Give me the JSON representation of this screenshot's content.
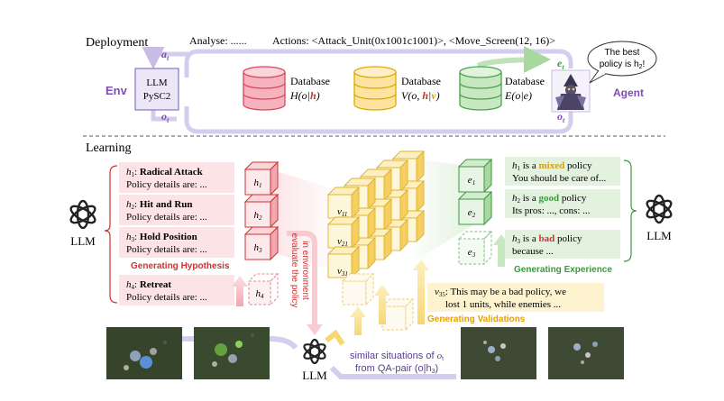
{
  "deployment": {
    "section_title": "Deployment",
    "analyse_text": "Analyse: ......",
    "actions_text": "Actions: <Attack_Unit(0x1001c1001)>, <Move_Screen(12, 16)>",
    "action_symbol": "a",
    "action_subscript": "t",
    "obs_symbol": "o",
    "obs_subscript": "t",
    "env_label": "Env",
    "llm_box_line1": "LLM",
    "llm_box_line2": "PySC2",
    "agent_label": "Agent",
    "experience_symbol": "e",
    "experience_subscript": "t",
    "speech_line1": "The best",
    "speech_line2": "policy is h",
    "speech_sub": "2",
    "speech_end": "!",
    "databases": [
      {
        "label": "Database",
        "formula_pre": "H(o|",
        "formula_hl": "h",
        "formula_post": ")",
        "color": "#e15b6a",
        "hl_color": "#c0392b"
      },
      {
        "label": "Database",
        "formula_pre": "V(o, ",
        "formula_hl": "h",
        "formula_mid": "|",
        "formula_hl2": "v",
        "formula_post": ")",
        "color": "#f2c94c",
        "hl_color": "#c0392b",
        "hl2_color": "#d4a017"
      },
      {
        "label": "Database",
        "formula_pre": "E(o|e)",
        "formula_hl": "",
        "formula_post": "",
        "color": "#7bc67b"
      }
    ]
  },
  "learning": {
    "section_title": "Learning",
    "llm_left_label": "LLM",
    "llm_right_label": "LLM",
    "llm_bottom_label": "LLM",
    "hypotheses": [
      {
        "sym": "h",
        "sub": "1",
        "name": "Radical Attack",
        "details": "Policy details are: ..."
      },
      {
        "sym": "h",
        "sub": "2",
        "name": "Hit and Run",
        "details": "Policy details are: ..."
      },
      {
        "sym": "h",
        "sub": "3",
        "name": "Hold Position",
        "details": "Policy details are: ..."
      },
      {
        "sym": "h",
        "sub": "4",
        "name": "Retreat",
        "details": "Policy details are: ..."
      }
    ],
    "generating_hypothesis": "Generating Hypothesis",
    "evaluate_text_line1": "evaluate the policy",
    "evaluate_text_line2": "in environment",
    "validations": [
      {
        "sym": "v",
        "sub": "11"
      },
      {
        "sym": "v",
        "sub": "21"
      },
      {
        "sym": "v",
        "sub": "31"
      }
    ],
    "experiences": [
      {
        "sym": "e",
        "sub": "1",
        "pre": "is a ",
        "kw": "mixed",
        "post": " policy",
        "line2": "You should be care of...",
        "kw_color": "#d4a017"
      },
      {
        "sym": "e",
        "sub": "2",
        "pre": "is a ",
        "kw": "good",
        "post": " policy",
        "line2": "Its pros: ..., cons: ...",
        "kw_color": "#3a9a3a"
      },
      {
        "sym": "e",
        "sub": "3",
        "pre": "is a ",
        "kw": "bad",
        "post": " policy",
        "line2": "because ...",
        "kw_color": "#d0312d"
      }
    ],
    "generating_experience": "Generating Experience",
    "validation_note_sym": "v",
    "validation_note_sub": "35",
    "validation_note_line1": ": This may be a bad policy, we",
    "validation_note_line2": "lost 1 units, while enemies ...",
    "generating_validations": "Generating Validations",
    "similar_line1_pre": "similar situations of ",
    "similar_line1_sym": "o",
    "similar_line1_sub": "t",
    "similar_line2": "from QA-pair (o|h",
    "similar_line2_sub": "3",
    "similar_line2_end": ")"
  },
  "colors": {
    "purple": "#7d4fb3",
    "purple_light": "#d9d2ef",
    "red_title": "#c0392b",
    "yellow_title": "#e6a100",
    "green_title": "#3a9a3a",
    "pink_bg": "#fbe3e6",
    "green_bg": "#e3f1df",
    "yellow_bg": "#fdf3cf"
  },
  "icons": [
    "openai-logo-icon",
    "database-icon",
    "game-screenshot-icon",
    "agent-character-icon",
    "arrow-icon"
  ]
}
